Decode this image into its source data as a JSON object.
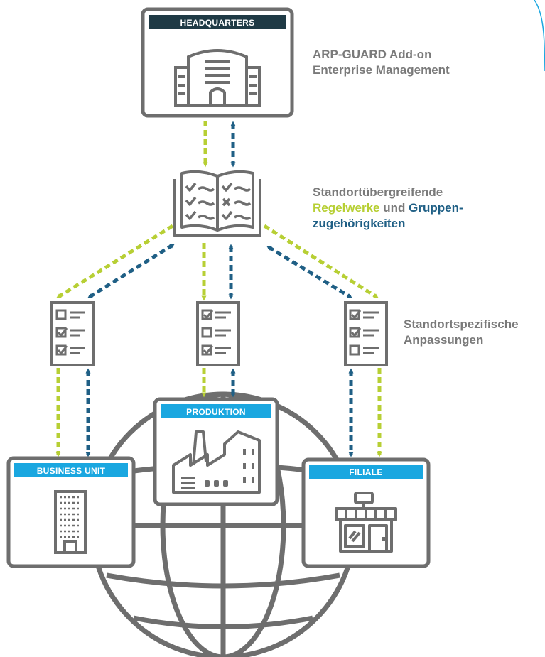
{
  "colors": {
    "gray": "#6e6e6e",
    "light_gray_text": "#7a7a7a",
    "green": "#b7cf34",
    "blue": "#1f5f85",
    "dark_header": "#1f3a45",
    "cyan_header": "#1aa7e0"
  },
  "boxes": {
    "headquarters": {
      "title": "HEADQUARTERS",
      "icon": "office-building-icon"
    },
    "produktion": {
      "title": "PRODUKTION",
      "icon": "factory-icon"
    },
    "business_unit": {
      "title": "BUSINESS UNIT",
      "icon": "skyscraper-icon"
    },
    "filiale": {
      "title": "FILIALE",
      "icon": "shop-icon"
    }
  },
  "labels": {
    "enterprise": {
      "line1": "ARP-GUARD Add-on",
      "line2": "Enterprise Management"
    },
    "rules": {
      "line1": "Standortübergreifende",
      "regelwerke": "Regelwerke",
      "und": "und",
      "gruppen": "Gruppen-",
      "line3": "zugehörigkeiten"
    },
    "local": {
      "line1": "Standortspezifische",
      "line2": "Anpassungen"
    }
  },
  "icons": [
    "rulebook-icon",
    "checklist-icon",
    "globe-icon"
  ]
}
